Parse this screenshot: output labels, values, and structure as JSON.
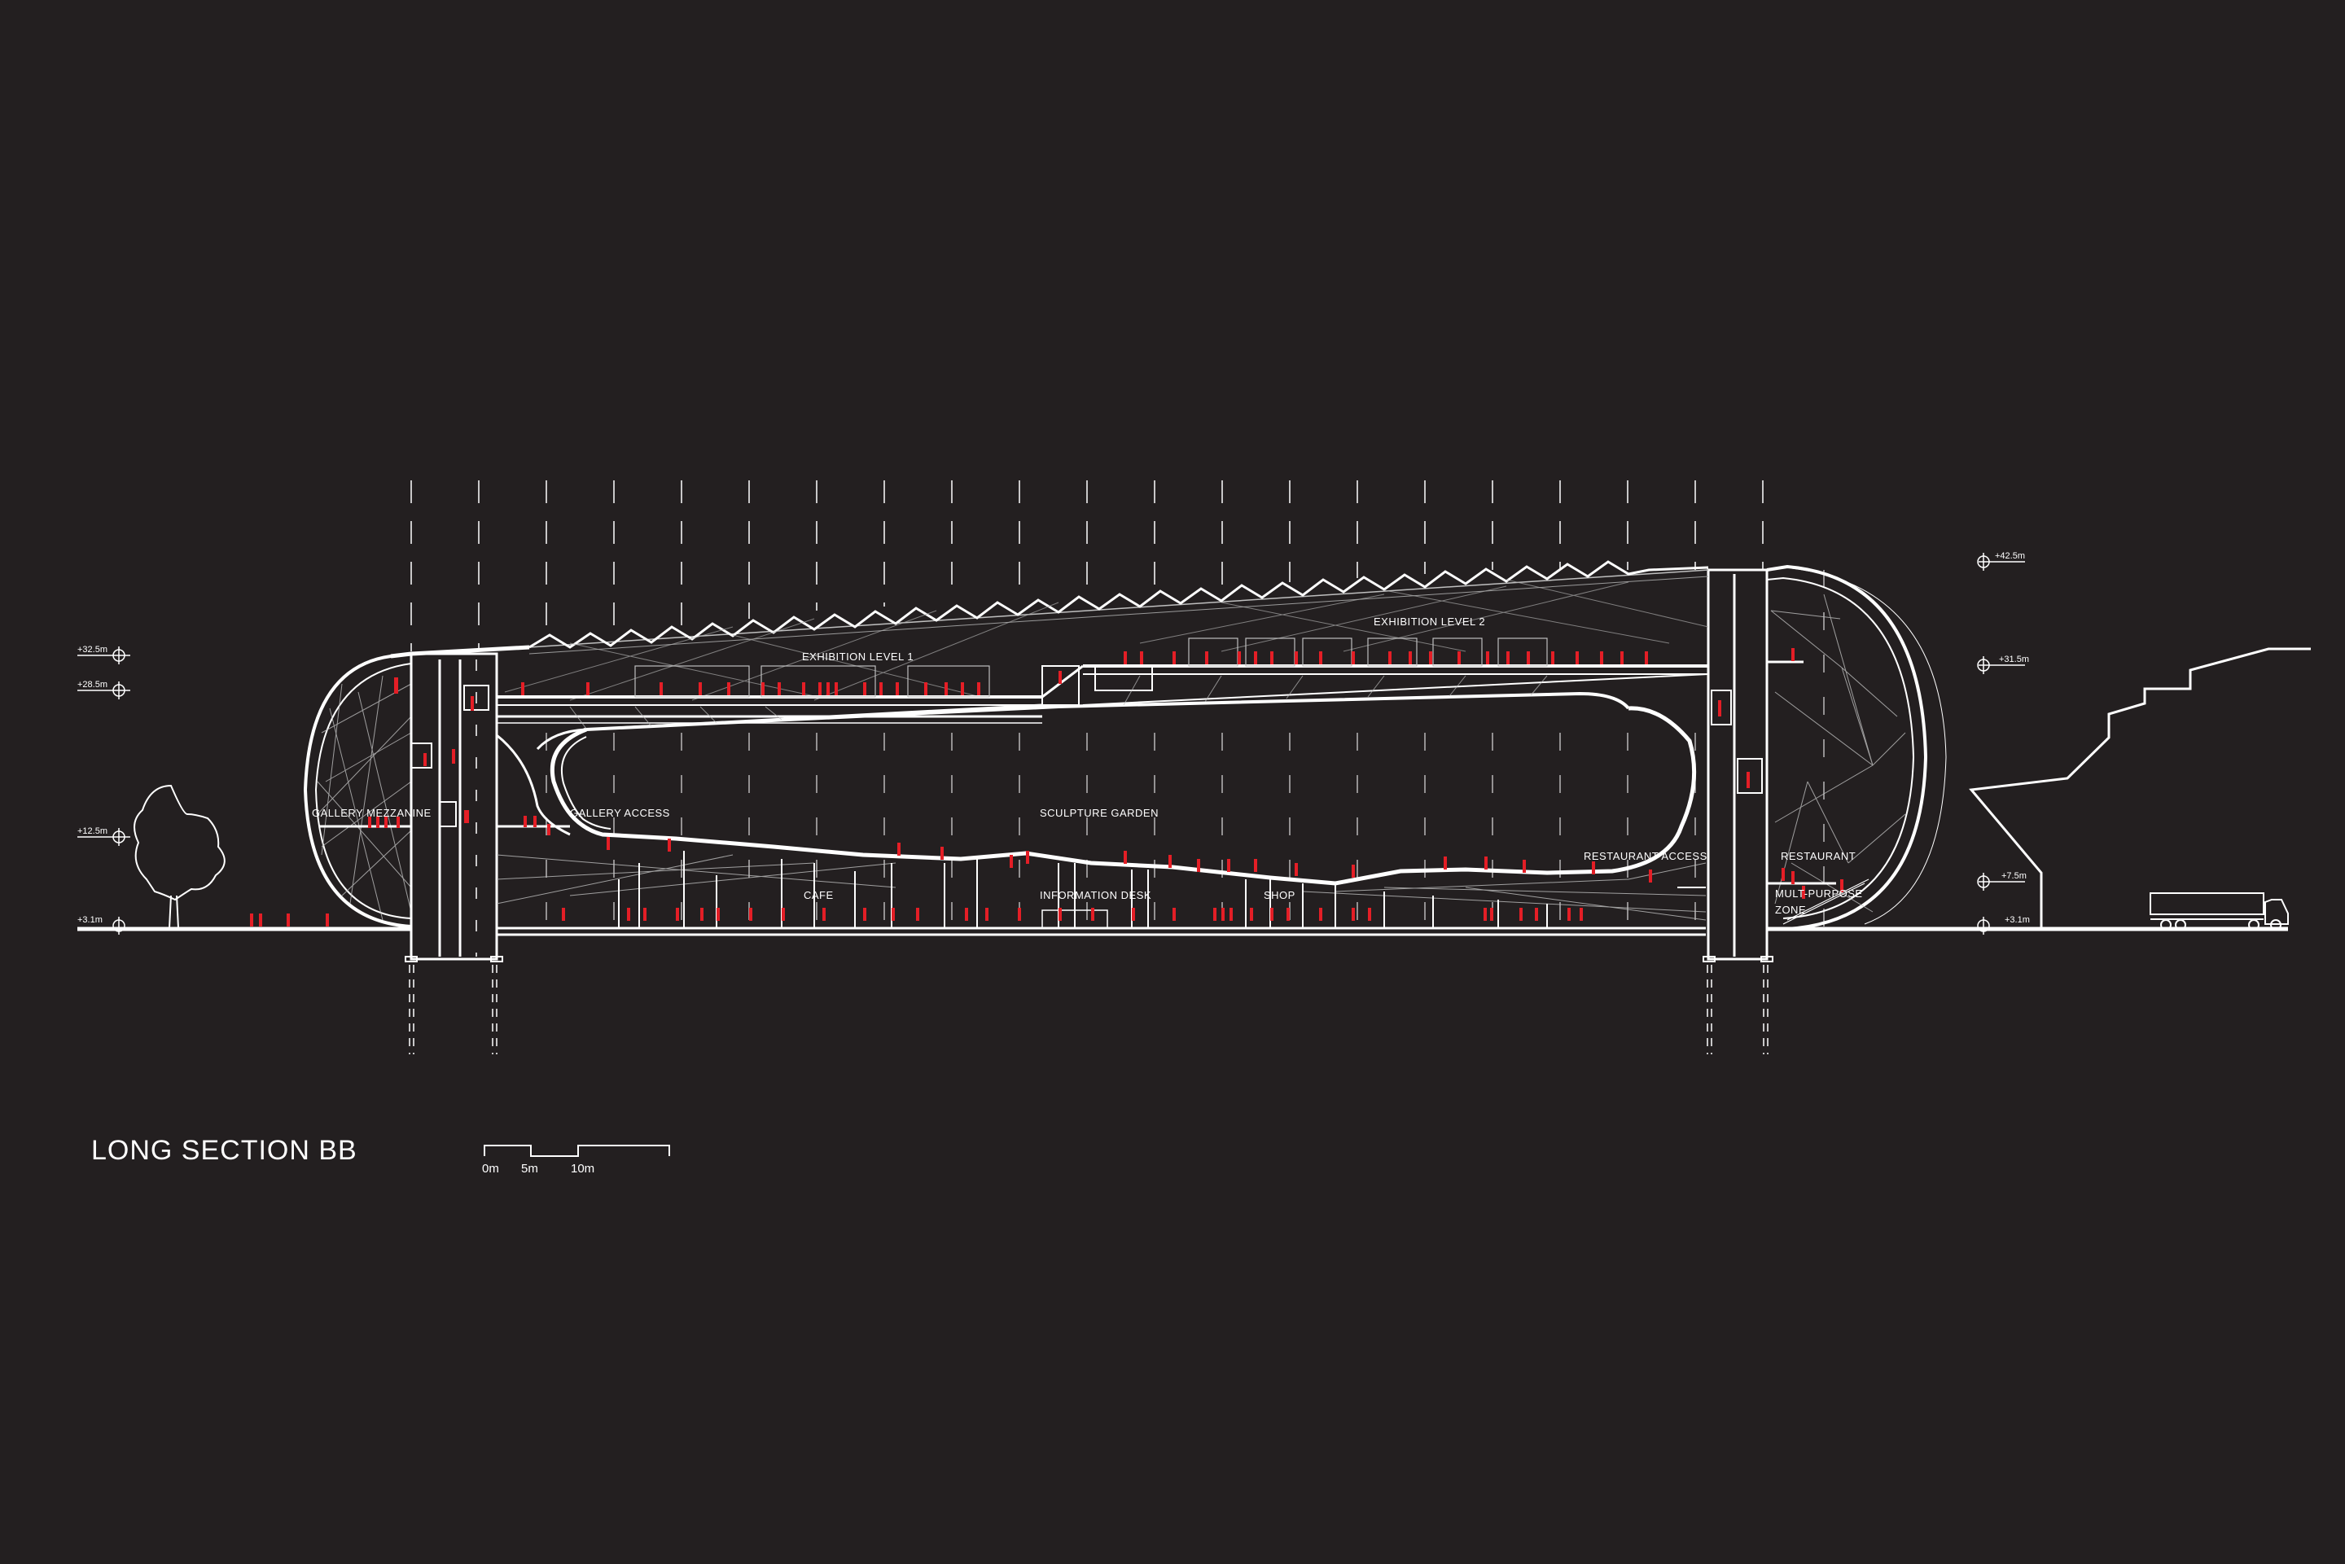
{
  "drawing": {
    "title": "LONG SECTION BB",
    "type": "architectural long section",
    "background_color": "#231f20",
    "line_color": "#ffffff",
    "figure_color": "#e41e26"
  },
  "scale_bar": {
    "labels": [
      "0m",
      "5m",
      "10m"
    ]
  },
  "levels_left": [
    {
      "label": "+32.5m"
    },
    {
      "label": "+28.5m"
    },
    {
      "label": "+12.5m"
    },
    {
      "label": "+3.1m"
    }
  ],
  "levels_right": [
    {
      "label": "+42.5m"
    },
    {
      "label": "+31.5m"
    },
    {
      "label": "+7.5m"
    },
    {
      "label": "+3.1m"
    }
  ],
  "spaces": {
    "exhibition_level_1": "EXHIBITION LEVEL 1",
    "exhibition_level_2": "EXHIBITION LEVEL 2",
    "gallery_mezzanine": "GALLERY MEZZANINE",
    "gallery_access": "GALLERY ACCESS",
    "sculpture_garden": "SCULPTURE GARDEN",
    "restaurant_access": "RESTAURANT ACCESS",
    "restaurant": "RESTAURANT",
    "cafe": "CAFE",
    "information_desk": "INFORMATION DESK",
    "shop": "SHOP",
    "multi_purpose_zone_line1": "MULT-PURPOSE",
    "multi_purpose_zone_line2": "ZONE"
  },
  "context": {
    "left": "tree",
    "right": [
      "stepped terrain",
      "truck"
    ]
  }
}
